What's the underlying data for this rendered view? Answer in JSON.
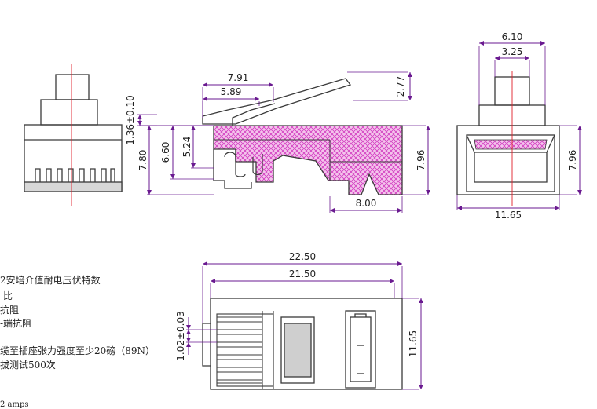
{
  "colors": {
    "line": "#3a3a3a",
    "dimension": "#6a1a90",
    "centerline": "#e0202a",
    "hatch": "#d23cc0",
    "hatch_bg": "#f4c4ec"
  },
  "dimensions": {
    "front_height_1": "1.36±0.10",
    "side_top_1": "7.91",
    "side_top_2": "5.89",
    "side_right_small": "2.77",
    "side_left_a": "7.80",
    "side_left_b": "6.60",
    "side_left_c": "5.24",
    "side_right_height": "7.96",
    "side_bottom": "8.00",
    "end_top_1": "6.10",
    "end_top_2": "3.25",
    "end_height": "7.96",
    "end_bottom": "11.65",
    "plan_length_1": "22.50",
    "plan_length_2": "21.50",
    "plan_pitch": "1.02±0.03",
    "plan_width": "11.65"
  },
  "notes": [
    "2安培介值耐电压伏特数",
    "比",
    "抗阻",
    "-端抗阻",
    "缆至插座张力强度至少20磅（89N）",
    "拔测试500次",
    "2 amps"
  ]
}
